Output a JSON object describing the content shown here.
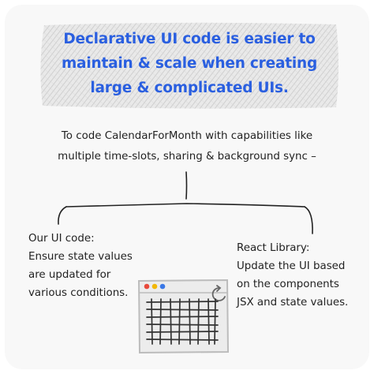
{
  "banner": {
    "lines": [
      "Declarative UI code is easier to",
      "maintain & scale when creating",
      "large & complicated UIs."
    ]
  },
  "intro": {
    "lines": [
      "To code CalendarForMonth with capabilities like",
      "multiple time-slots, sharing & background sync –"
    ]
  },
  "left_branch": {
    "lines": [
      "Our UI code:",
      "Ensure state values",
      "are updated for",
      "various conditions."
    ]
  },
  "right_branch": {
    "lines": [
      "React Library:",
      "Update the UI based",
      "on the components",
      "JSX and state values."
    ]
  },
  "colors": {
    "banner_text": "#2a5fe0",
    "banner_hatch": "#c9c9c9",
    "window_frame": "#bcbcbc",
    "dot_red": "#e84a3c",
    "dot_yellow": "#f2b705",
    "dot_blue": "#3a78e6"
  },
  "icons": [
    "browser-window-icon",
    "refresh-arrow-icon",
    "calendar-grid-icon"
  ]
}
